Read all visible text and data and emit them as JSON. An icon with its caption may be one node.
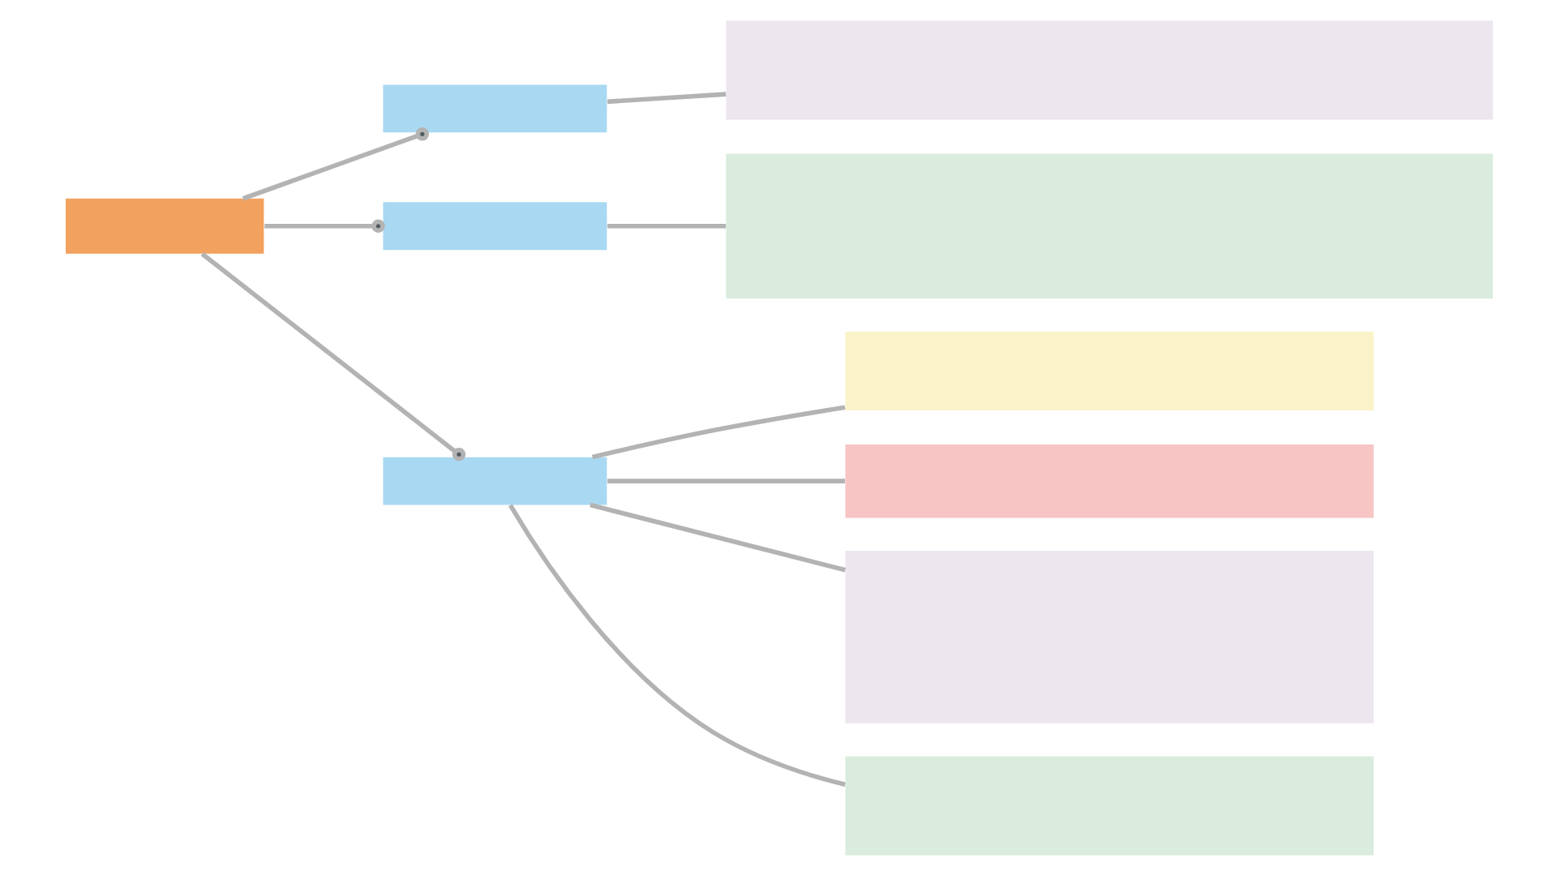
{
  "diagram": {
    "nodes": [
      {
        "text": [],
        "shape": "box"
      },
      {
        "text": [],
        "shape": "box"
      },
      {
        "text": [],
        "shape": "box"
      },
      {
        "text": [],
        "shape": "box"
      },
      {
        "text": [],
        "shape": "box"
      },
      {
        "text": [],
        "shape": "box"
      },
      {
        "text": [],
        "shape": "box"
      },
      {
        "text": [],
        "shape": "box"
      },
      {
        "text": [],
        "shape": "box"
      },
      {
        "text": [],
        "shape": "box"
      }
    ],
    "edges": [
      {
        "from": 0,
        "to": 1,
        "arrow": "other"
      },
      {
        "from": 0,
        "to": 2,
        "arrow": "other"
      },
      {
        "from": 0,
        "to": 3,
        "arrow": "other"
      },
      {
        "from": 1,
        "to": 4,
        "arrow": "none"
      },
      {
        "from": 2,
        "to": 5,
        "arrow": "none"
      },
      {
        "from": 3,
        "to": 6,
        "arrow": "none"
      },
      {
        "from": 3,
        "to": 7,
        "arrow": "none"
      },
      {
        "from": 3,
        "to": 8,
        "arrow": "none"
      },
      {
        "from": 3,
        "to": 9,
        "arrow": "none"
      }
    ]
  }
}
